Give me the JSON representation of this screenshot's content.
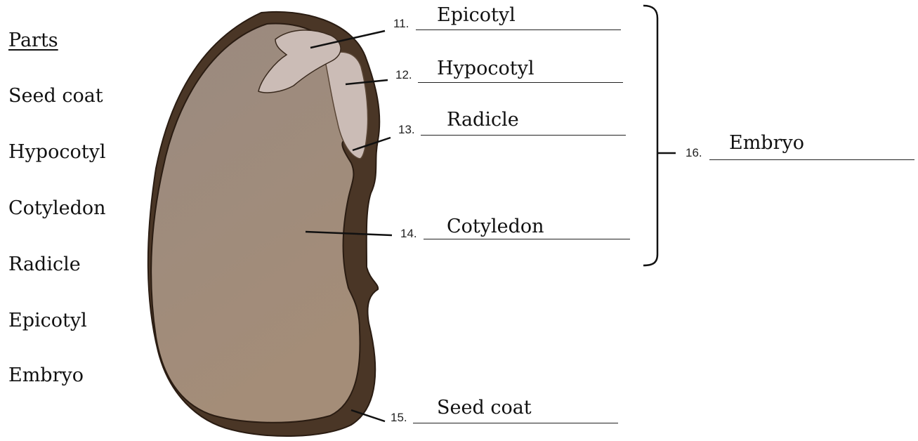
{
  "word_bank": {
    "heading": "Parts",
    "items": [
      "Seed coat",
      "Hypocotyl",
      "Cotyledon",
      "Radicle",
      "Epicotyl",
      "Embryo"
    ]
  },
  "labels": [
    {
      "number": "11.",
      "answer": "Epicotyl"
    },
    {
      "number": "12.",
      "answer": "Hypocotyl"
    },
    {
      "number": "13.",
      "answer": "Radicle"
    },
    {
      "number": "14.",
      "answer": "Cotyledon"
    },
    {
      "number": "15.",
      "answer": "Seed coat"
    },
    {
      "number": "16.",
      "answer": "Embryo"
    }
  ],
  "colors": {
    "seed_coat": "#4a3626",
    "cotyledon_light": "#9a8a80",
    "cotyledon_dark": "#a48d78",
    "embryo_axis": "#cbbcb6",
    "ink": "#111111"
  }
}
